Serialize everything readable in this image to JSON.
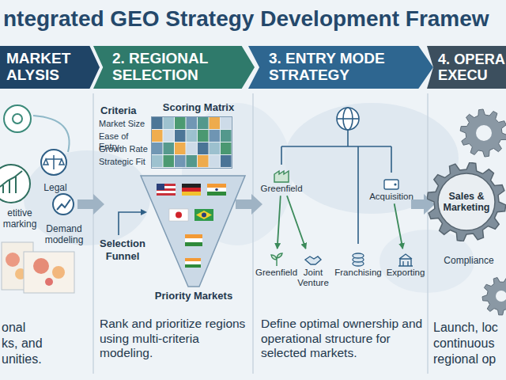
{
  "diagram": {
    "title": "ntegrated GEO Strategy Development Framew",
    "nodes": [
      {
        "text": [
          "MARKET ALYSIS"
        ]
      },
      {
        "text": [
          "2. REGIONAL SELECTION"
        ]
      },
      {
        "text": [
          "3. ENTRY MODE STRATEGY"
        ]
      },
      {
        "text": [
          "4. OPERA EXECU"
        ]
      },
      {
        "text": [
          "Greenfield"
        ]
      },
      {
        "text": [
          "Acquisition"
        ]
      },
      {
        "text": [
          "Greenfield"
        ]
      },
      {
        "text": [
          "Joint Venture"
        ]
      },
      {
        "text": [
          "Franchising"
        ]
      },
      {
        "text": [
          "Exporting"
        ]
      },
      {
        "text": [
          "Sales & Marketing"
        ]
      }
    ],
    "edges": [
      {
        "from": 4,
        "to": 6,
        "arrow": "to"
      },
      {
        "from": 4,
        "to": 7,
        "arrow": "to"
      },
      {
        "from": 5,
        "to": 9,
        "arrow": "to"
      }
    ],
    "labels": [
      "Legal",
      "etitive marking",
      "Demand modeling",
      "onal",
      "ks, and",
      "unities.",
      "Criteria",
      "Scoring Matrix",
      "Market Size",
      "Ease of Entry",
      "Growth Rate",
      "Strategic Fit",
      "Selection Funnel",
      "Priority Markets",
      "Rank and prioritize regions using multi-criteria modeling.",
      "Define optimal ownership and operational structure for selected markets.",
      "Compliance",
      "Launch, loc",
      "continuous",
      "regional op"
    ]
  }
}
